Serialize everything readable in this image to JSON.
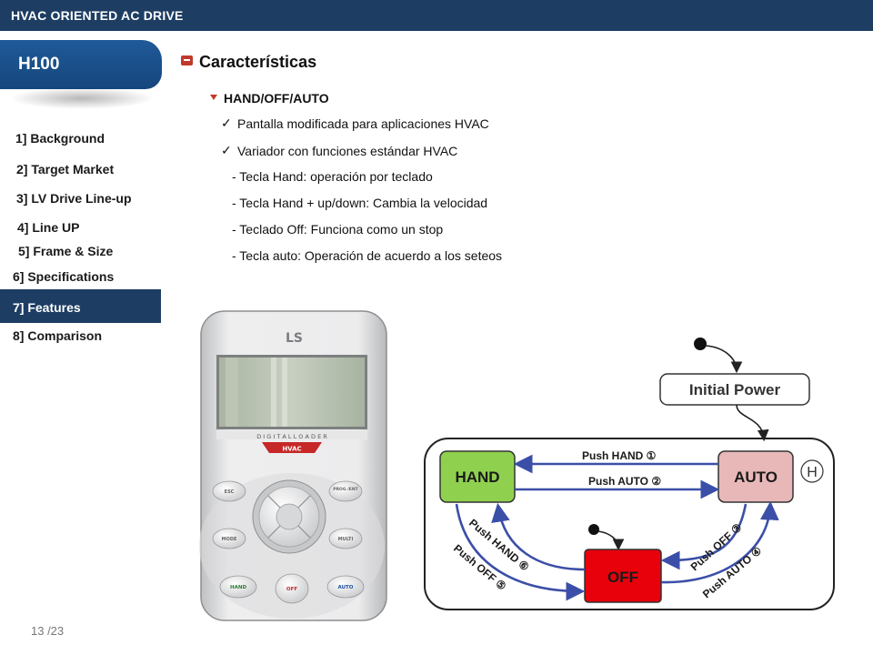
{
  "header": {
    "title": "HVAC ORIENTED AC DRIVE"
  },
  "product": {
    "name": "H100"
  },
  "nav": {
    "items": [
      "1] Background",
      "2] Target Market",
      "3] LV Drive Line-up",
      "4] Line UP",
      "5] Frame & Size",
      "6] Specifications",
      "7] Features",
      "8] Comparison"
    ],
    "active_index": 6
  },
  "section": {
    "title": "Características"
  },
  "subsection": {
    "title": "HAND/OFF/AUTO"
  },
  "checks": [
    "Pantalla modificada para aplicaciones HVAC",
    "Variador con funciones estándar HVAC"
  ],
  "dashes": [
    "- Tecla Hand: operación por teclado",
    "- Tecla Hand + up/down: Cambia la velocidad",
    "- Teclado Off: Funciona como un stop",
    "- Tecla auto: Operación de acuerdo a los seteos"
  ],
  "keypad": {
    "logo": "LS",
    "band_text": "D I G I T A L   L O A D E R",
    "badge": "HVAC",
    "buttons": {
      "esc": "ESC",
      "prog": "PROG /ENT",
      "mode": "MODE",
      "multi": "MULTI",
      "hand": "HAND",
      "off": "OFF",
      "auto": "AUTO"
    }
  },
  "diagram": {
    "initial_power": "Initial Power",
    "hand": "HAND",
    "auto": "AUTO",
    "off": "OFF",
    "h_mark": "H",
    "labels": {
      "push_hand_1": "Push HAND ①",
      "push_auto_2": "Push AUTO ②",
      "push_off_3": "Push OFF ③",
      "push_auto_4": "Push AUTO ④",
      "push_off_5": "Push OFF ⑤",
      "push_hand_6": "Push HAND ⑥"
    },
    "colors": {
      "hand": "#8fd14f",
      "auto": "#e8b8b8",
      "off": "#e8000b",
      "arrow": "#3b4fa8"
    }
  },
  "footer": {
    "page": "13 /23"
  }
}
